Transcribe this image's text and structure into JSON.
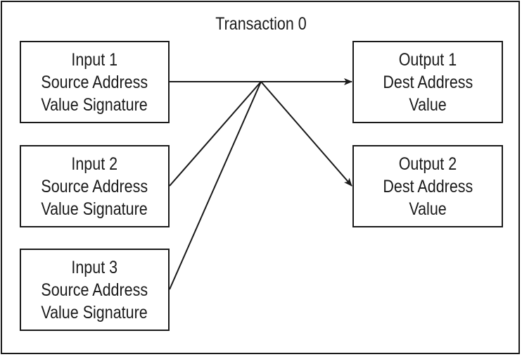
{
  "title": "Transaction 0",
  "inputs": [
    {
      "label": "Input 1",
      "line2": "Source Address",
      "line3": "Value Signature"
    },
    {
      "label": "Input 2",
      "line2": "Source Address",
      "line3": "Value Signature"
    },
    {
      "label": "Input 3",
      "line2": "Source Address",
      "line3": "Value Signature"
    }
  ],
  "outputs": [
    {
      "label": "Output 1",
      "line2": "Dest Address",
      "line3": "Value"
    },
    {
      "label": "Output 2",
      "line2": "Dest Address",
      "line3": "Value"
    }
  ],
  "colors": {
    "stroke": "#1a1a1a",
    "background": "#ffffff"
  }
}
